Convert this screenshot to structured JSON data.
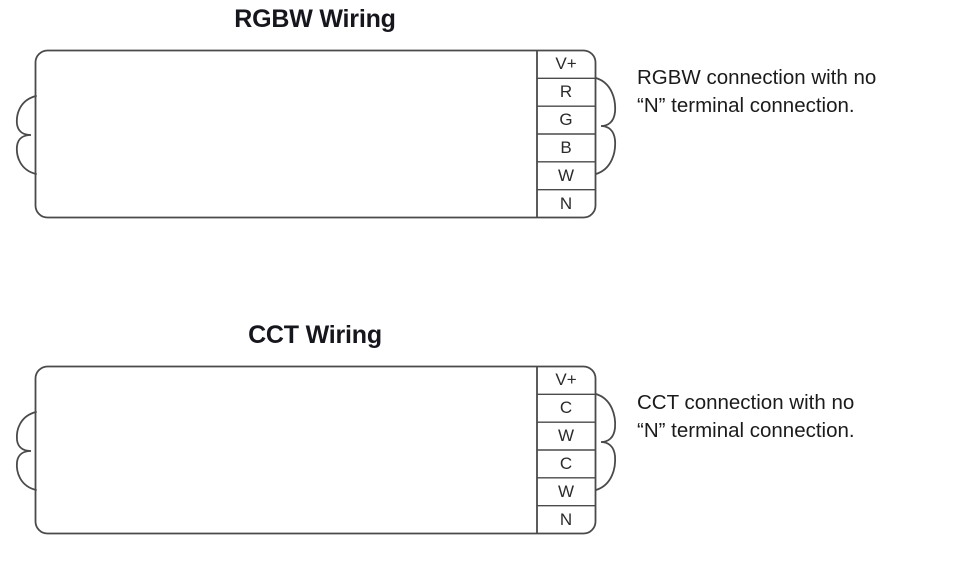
{
  "page": {
    "background_color": "#ffffff",
    "line_color": "#4a4a4a",
    "text_color": "#1a1a1a"
  },
  "diagrams": [
    {
      "id": "rgbw",
      "title": "RGBW Wiring",
      "terminals": [
        "V+",
        "R",
        "G",
        "B",
        "W",
        "N"
      ],
      "bracket_right_spans": [
        "R",
        "G",
        "B",
        "W"
      ],
      "description": "RGBW connection with no\n“N” terminal connection."
    },
    {
      "id": "cct",
      "title": "CCT Wiring",
      "terminals": [
        "V+",
        "C",
        "W",
        "C",
        "W",
        "N"
      ],
      "bracket_right_spans": [
        "C",
        "W",
        "C",
        "W"
      ],
      "description": "CCT connection with no\n“N” terminal connection."
    }
  ]
}
